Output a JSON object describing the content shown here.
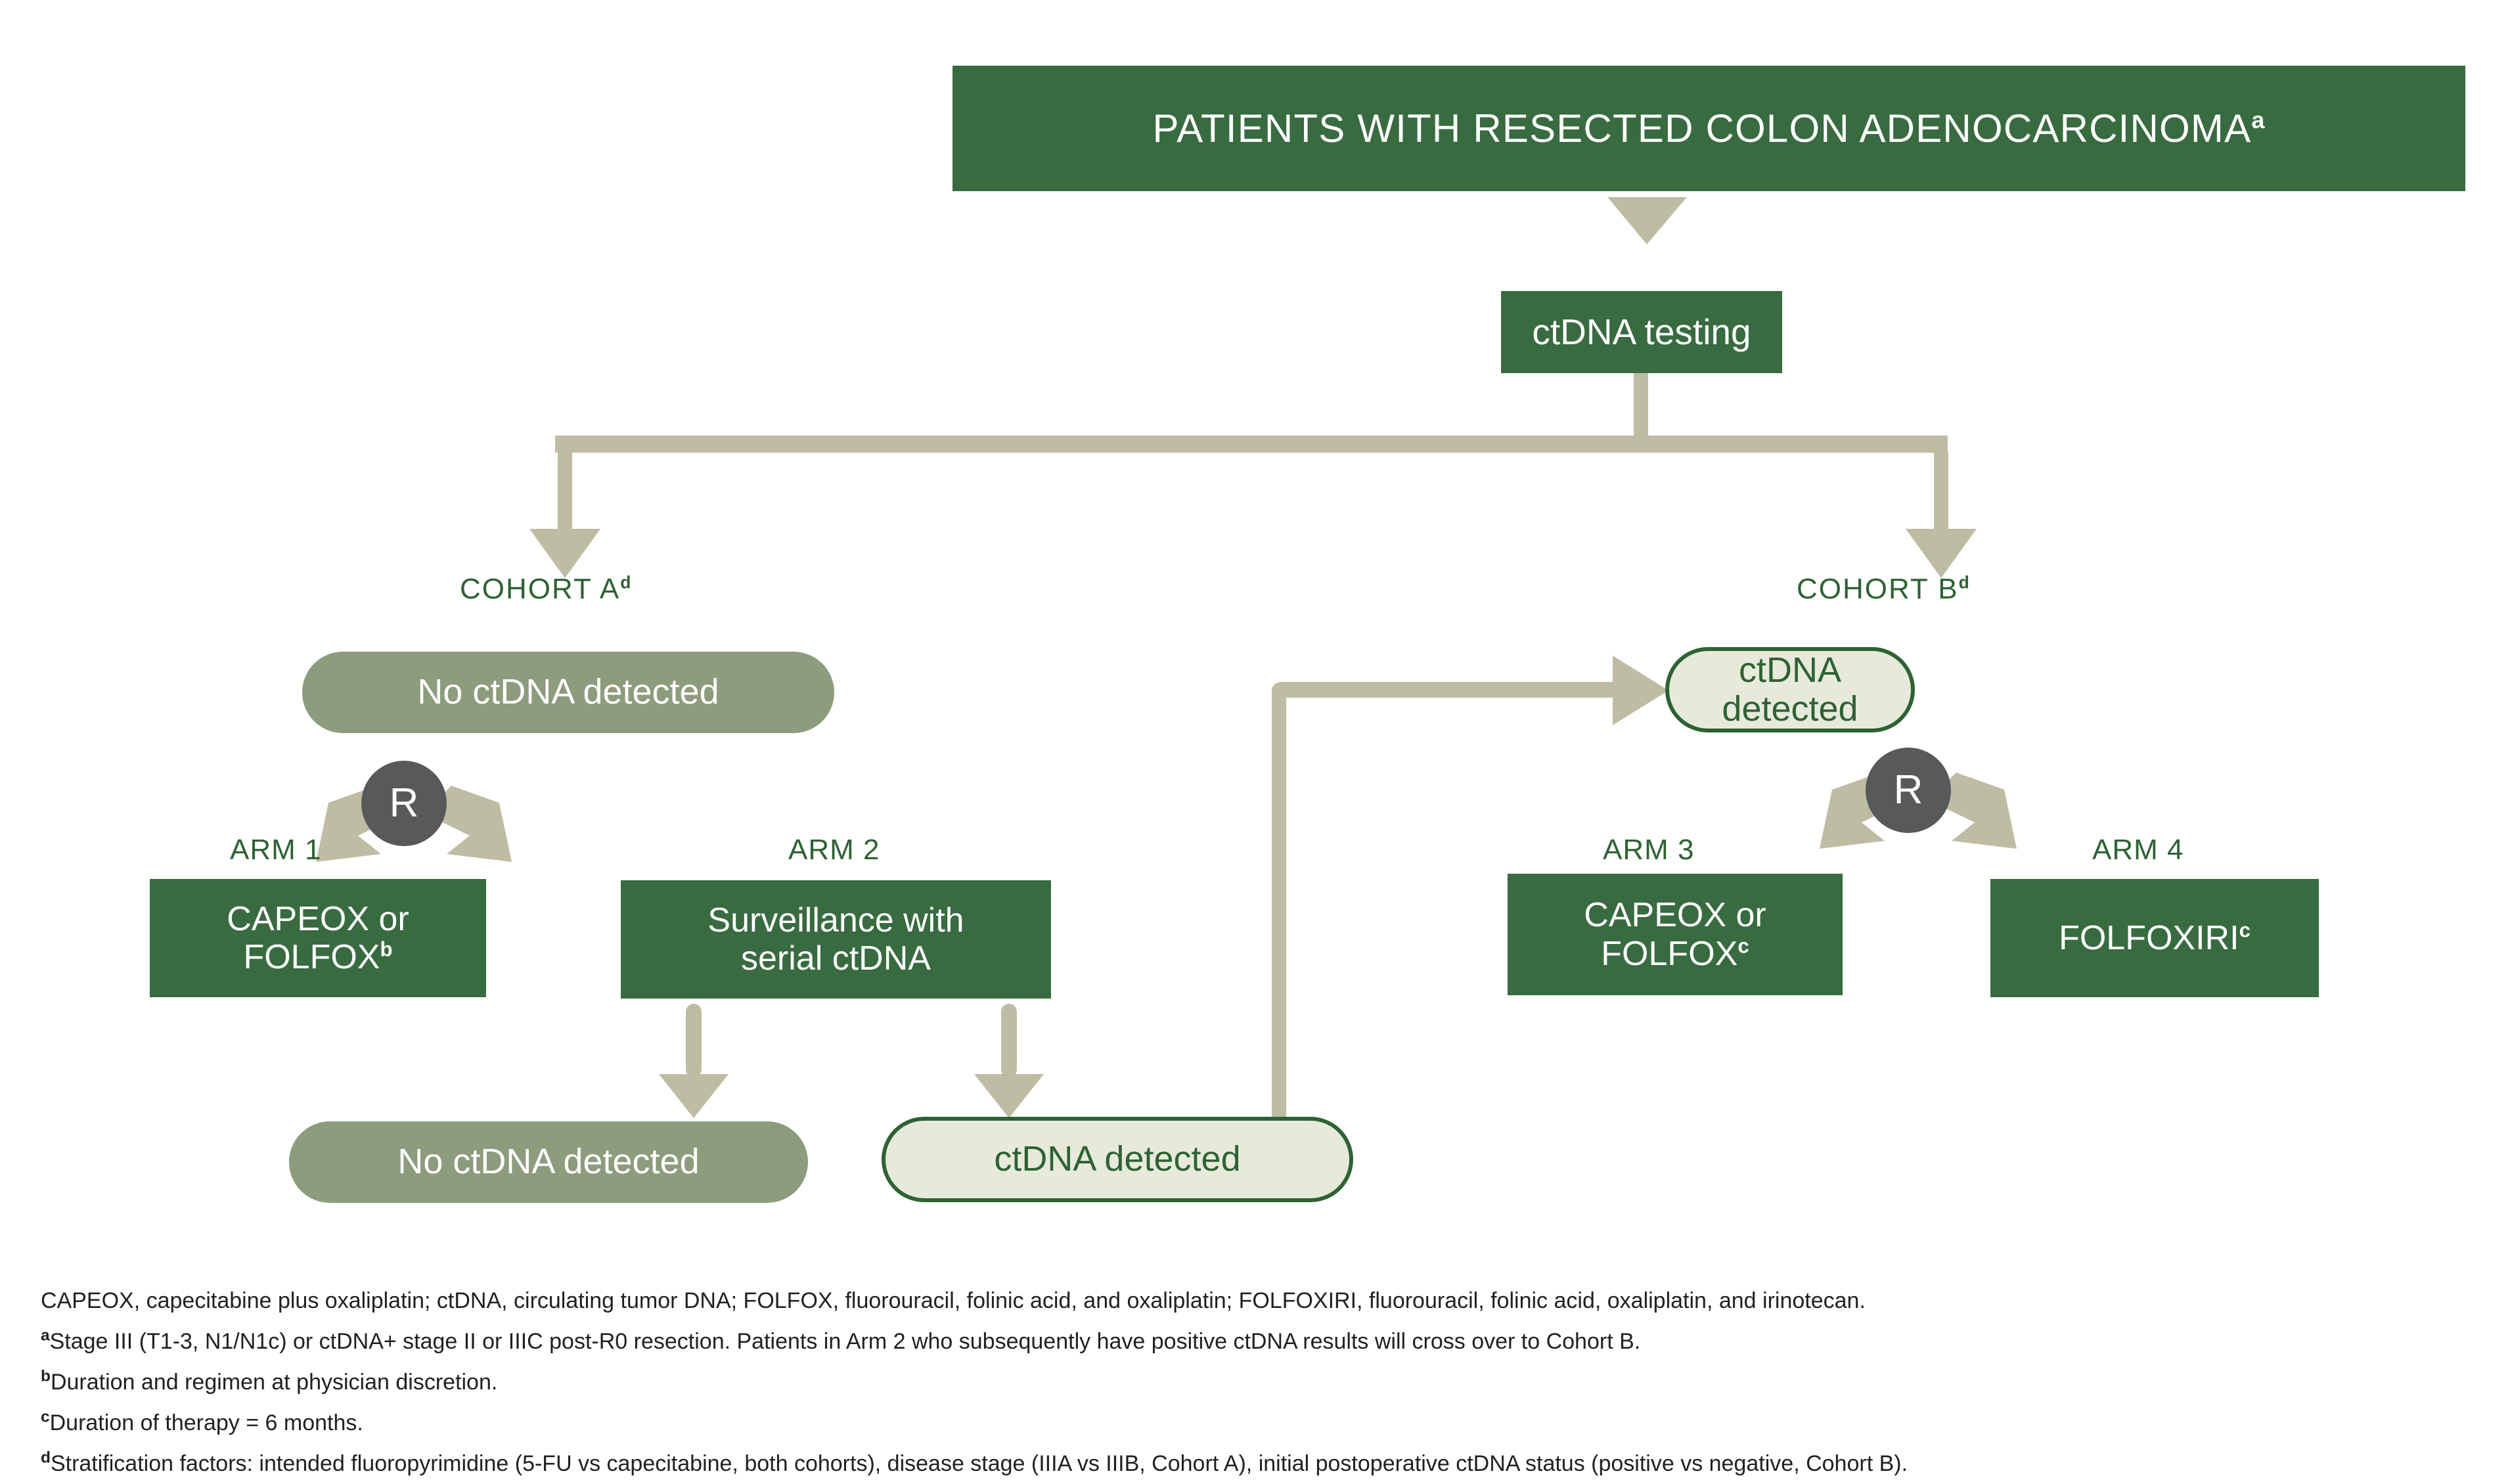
{
  "header": {
    "title": "PATIENTS WITH RESECTED COLON ADENOCARCINOMA",
    "title_superscript": "a"
  },
  "nodes": {
    "ctdna_testing": "ctDNA testing",
    "cohort_a_label": "COHORT A",
    "cohort_a_superscript": "d",
    "cohort_b_label": "COHORT B",
    "cohort_b_superscript": "d",
    "no_ctdna_top": "No ctDNA detected",
    "ctdna_top_right": "ctDNA detected",
    "no_ctdna_bottom": "No ctDNA detected",
    "ctdna_bottom": "ctDNA detected",
    "randomization_symbol_left": "R",
    "randomization_symbol_right": "R"
  },
  "arms": {
    "arm1": {
      "label": "ARM 1",
      "treatment_line1": "CAPEOX or",
      "treatment_line2": "FOLFOX",
      "treatment_superscript": "b"
    },
    "arm2": {
      "label": "ARM 2",
      "treatment_line1": "Surveillance with",
      "treatment_line2": "serial ctDNA",
      "treatment_superscript": ""
    },
    "arm3": {
      "label": "ARM 3",
      "treatment_line1": "CAPEOX or",
      "treatment_line2": "FOLFOX",
      "treatment_superscript": "c"
    },
    "arm4": {
      "label": "ARM 4",
      "treatment_line1": "FOLFOXIRI",
      "treatment_line2": "",
      "treatment_superscript": "c"
    }
  },
  "footnotes": [
    {
      "marker": "",
      "text": "CAPEOX, capecitabine plus oxaliplatin; ctDNA, circulating tumor DNA; FOLFOX, fluorouracil, folinic acid, and oxaliplatin; FOLFOXIRI, fluorouracil, folinic acid, oxaliplatin, and irinotecan."
    },
    {
      "marker": "a",
      "text": "Stage III (T1-3, N1/N1c) or ctDNA+ stage II or IIIC post-R0 resection. Patients in Arm 2 who subsequently have positive ctDNA results will cross over to Cohort B."
    },
    {
      "marker": "b",
      "text": "Duration and regimen at physician discretion."
    },
    {
      "marker": "c",
      "text": "Duration of therapy = 6 months."
    },
    {
      "marker": "d",
      "text": "Stratification factors: intended fluoropyrimidine (5-FU vs capecitabine, both cohorts), disease stage (IIIA vs IIIB, Cohort A), initial postoperative ctDNA status (positive vs negative, Cohort B)."
    }
  ],
  "colors": {
    "dark_green": "#386B40",
    "border_green": "#2E6234",
    "sage_green": "#8C9C7C",
    "cream": "#E7EADB",
    "connector_tan": "#BFBCA4",
    "gray_circle": "#58595B",
    "background": "#FFFFFF",
    "footnote_text": "#231F20"
  }
}
